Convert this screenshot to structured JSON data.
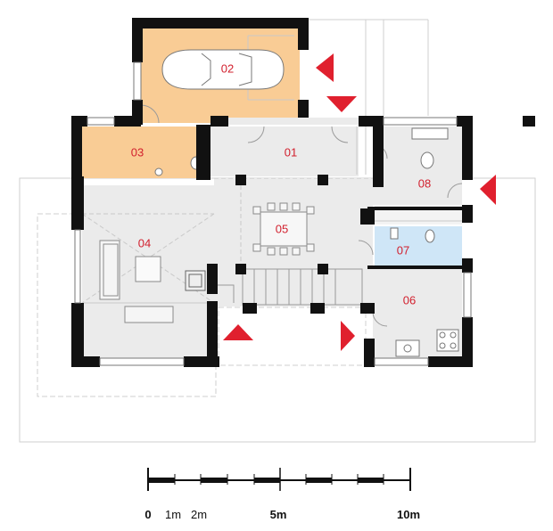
{
  "colors": {
    "wall": "#111111",
    "floor": "#ebebeb",
    "garage_floor": "#f9cc95",
    "bathroom_floor": "#cfe6f7",
    "label": "#d2202e",
    "arrow": "#e0202e",
    "line": "#bdbdbd"
  },
  "rooms": [
    {
      "id": "01",
      "label": "01"
    },
    {
      "id": "02",
      "label": "02"
    },
    {
      "id": "03",
      "label": "03"
    },
    {
      "id": "04",
      "label": "04"
    },
    {
      "id": "05",
      "label": "05"
    },
    {
      "id": "06",
      "label": "06"
    },
    {
      "id": "07",
      "label": "07"
    },
    {
      "id": "08",
      "label": "08"
    }
  ],
  "scale_bar": {
    "labels": {
      "zero": "0",
      "one": "1m",
      "two": "2m",
      "five": "5m",
      "ten": "10m"
    }
  },
  "icons": [
    "car-icon",
    "entrance-arrow-icon",
    "toilet-icon",
    "sofa-icon",
    "dining-table-icon",
    "stairs-icon",
    "stove-icon",
    "sink-icon",
    "fireplace-icon"
  ]
}
